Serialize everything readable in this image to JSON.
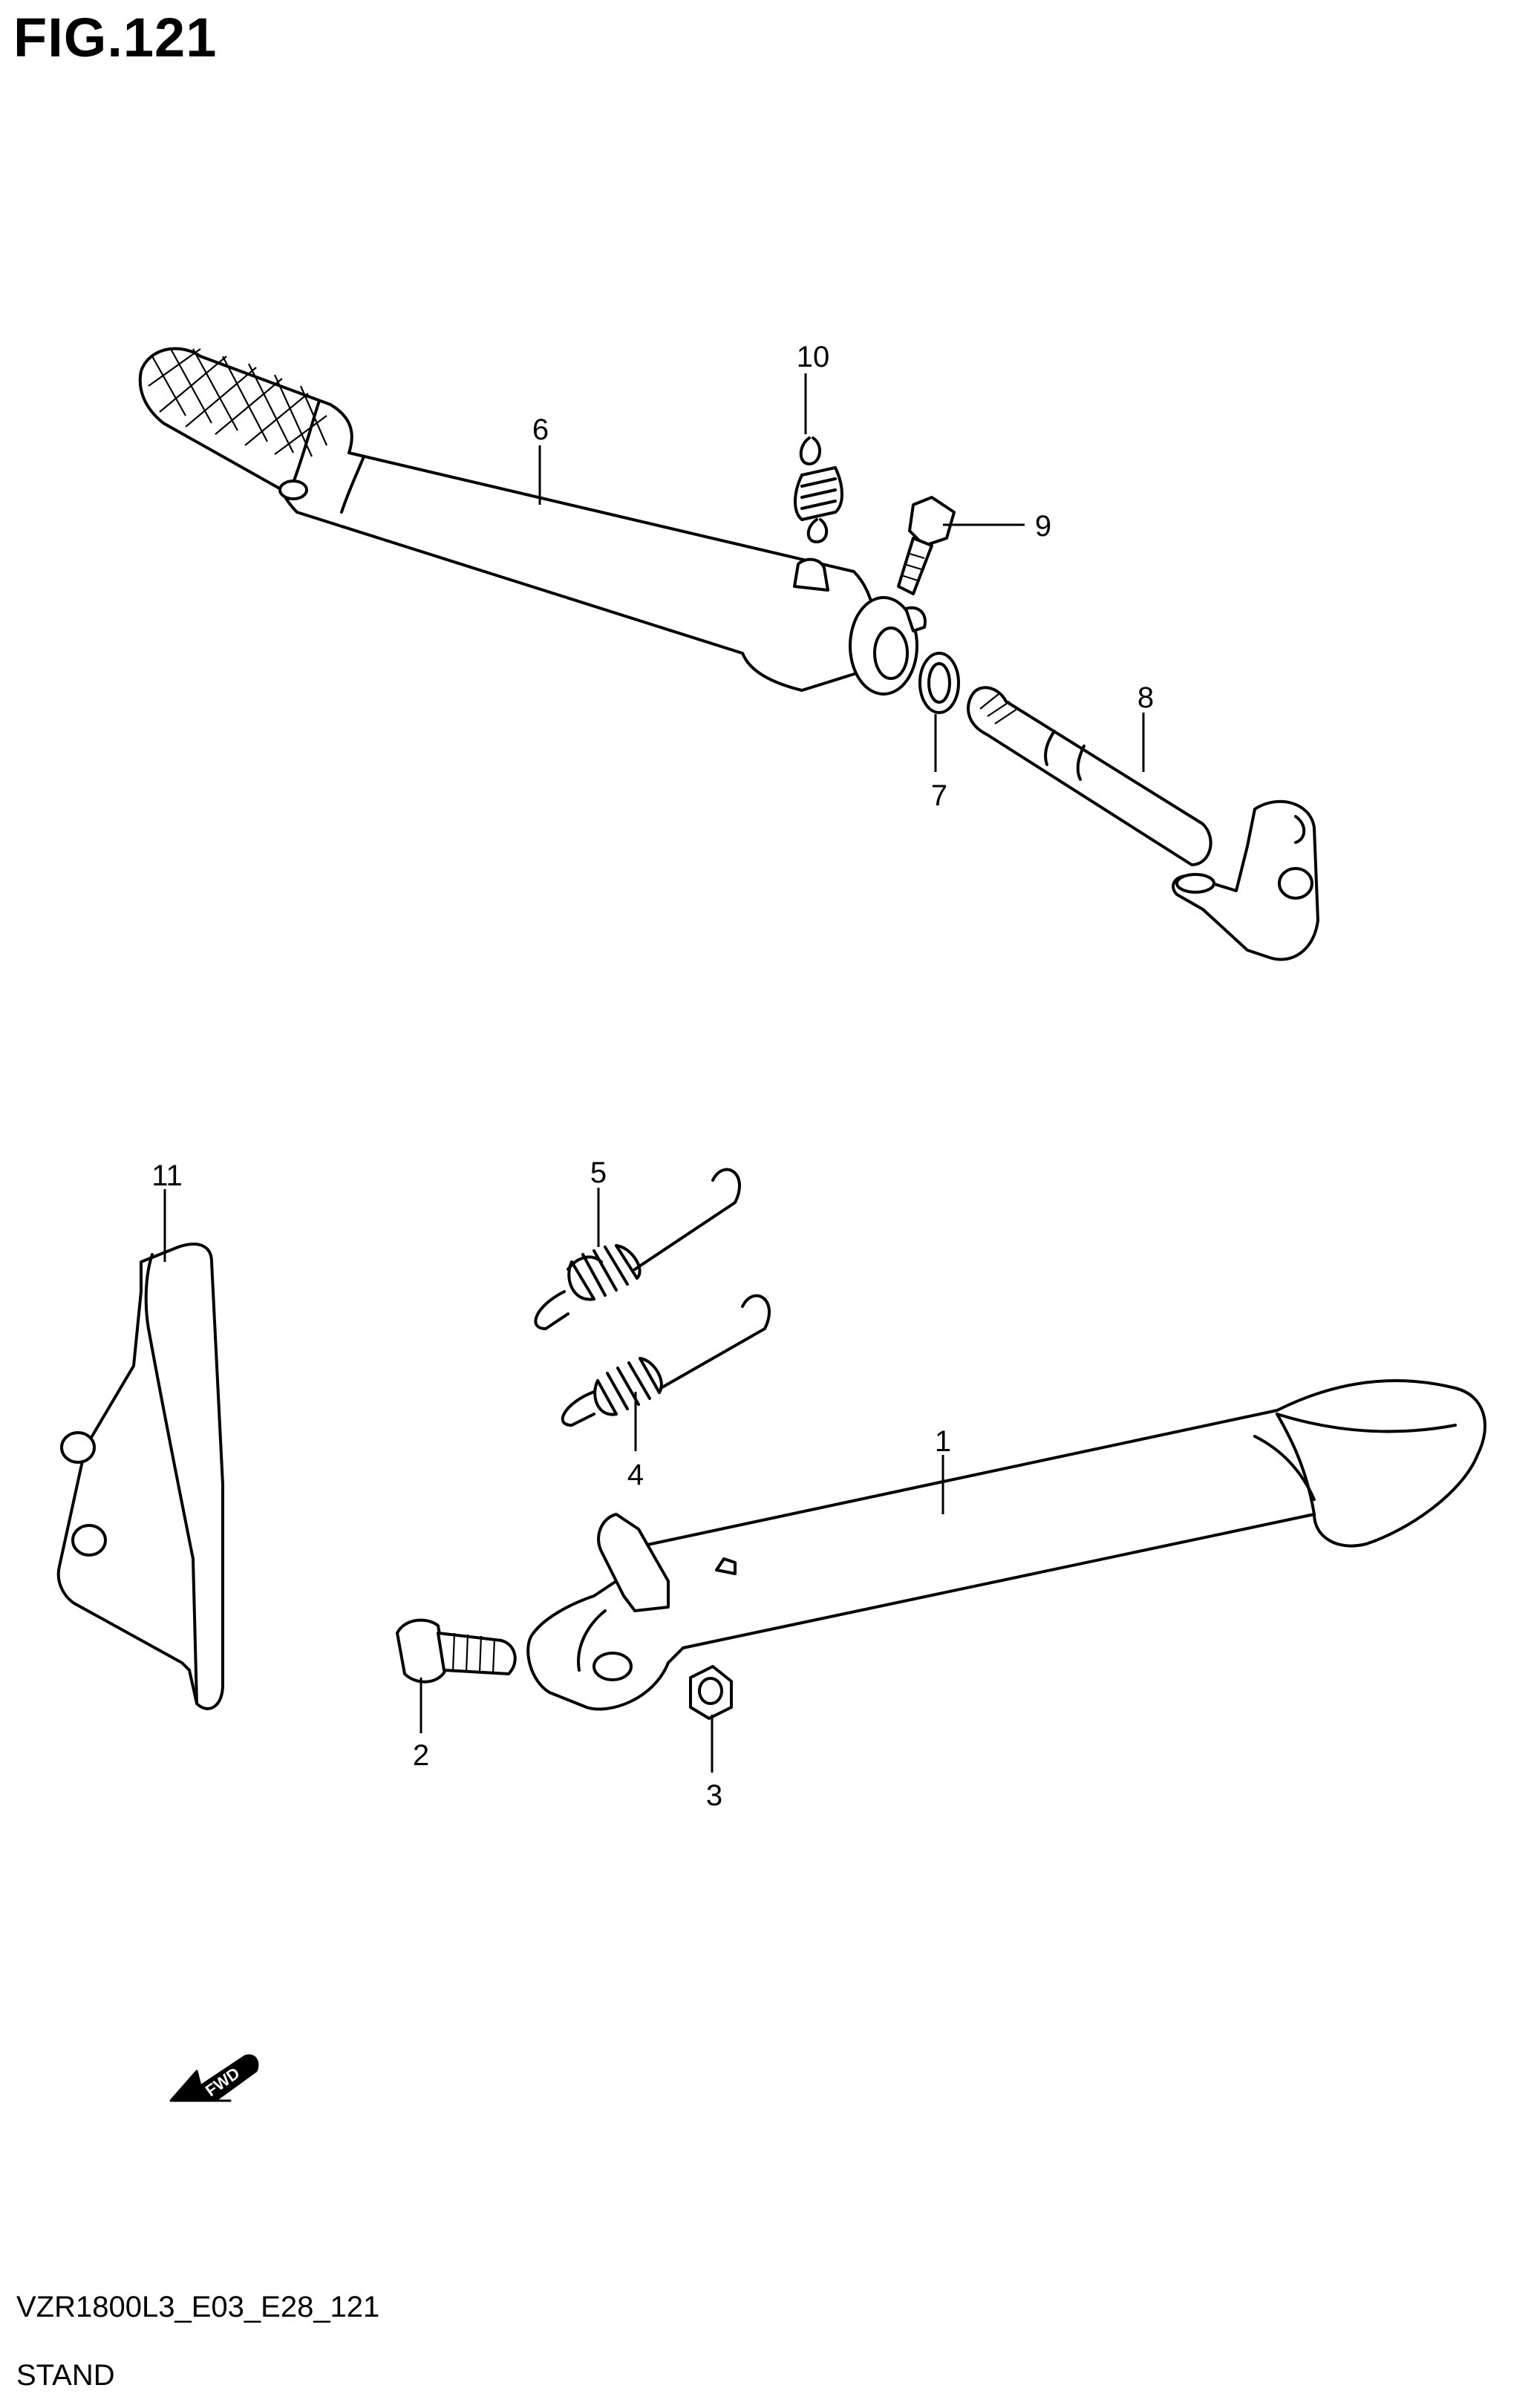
{
  "figure": {
    "title": "FIG.121",
    "code": "VZR1800L3_E03_E28_121",
    "name": "STAND"
  },
  "callouts": [
    {
      "id": "1",
      "label": "1"
    },
    {
      "id": "2",
      "label": "2"
    },
    {
      "id": "3",
      "label": "3"
    },
    {
      "id": "4",
      "label": "4"
    },
    {
      "id": "5",
      "label": "5"
    },
    {
      "id": "6",
      "label": "6"
    },
    {
      "id": "7",
      "label": "7"
    },
    {
      "id": "8",
      "label": "8"
    },
    {
      "id": "9",
      "label": "9"
    },
    {
      "id": "10",
      "label": "10"
    },
    {
      "id": "11",
      "label": "11"
    }
  ],
  "direction_marker": {
    "label": "FWD",
    "icon": "forward-arrow-icon"
  }
}
